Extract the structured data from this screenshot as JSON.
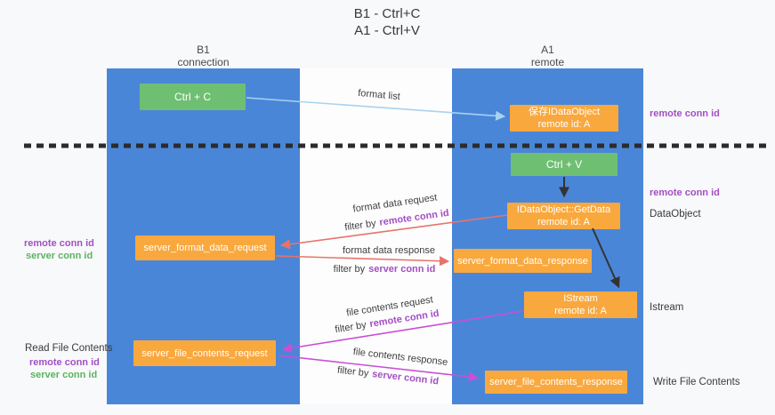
{
  "title": {
    "line1": "B1 - Ctrl+C",
    "line2": "A1 - Ctrl+V"
  },
  "columns": {
    "left": {
      "title": "B1",
      "subtitle": "connection"
    },
    "right": {
      "title": "A1",
      "subtitle": "remote"
    }
  },
  "boxes": {
    "ctrl_c": {
      "label": "Ctrl + C"
    },
    "ctrl_v": {
      "label": "Ctrl + V"
    },
    "save_dataobject": {
      "line1": "保存IDataObject",
      "line2": "remote id: A"
    },
    "getdata": {
      "line1": "IDataObject::GetData",
      "line2": "remote id: A"
    },
    "istream": {
      "line1": "IStream",
      "line2": "remote id: A"
    },
    "server_format_data_request": {
      "label": "server_format_data_request"
    },
    "server_format_data_response": {
      "label": "server_format_data_response"
    },
    "server_file_contents_request": {
      "label": "server_file_contents_request"
    },
    "server_file_contents_response": {
      "label": "server_file_contents_response"
    }
  },
  "arrow_labels": {
    "format_list": "format list",
    "format_data_request": "format data request",
    "format_data_response": "format data response",
    "file_contents_request": "file contents request",
    "file_contents_response": "file contents response",
    "filter_by": "filter by",
    "remote_conn_id": "remote conn id",
    "server_conn_id": "server conn id"
  },
  "side_labels": {
    "remote_conn_id": "remote conn id",
    "server_conn_id": "server conn id",
    "dataobject": "DataObject",
    "istream": "Istream",
    "read_file_contents": "Read File Contents",
    "write_file_contents": "Write File Contents"
  },
  "colors": {
    "lifeline_blue": "#4a86d8",
    "box_green": "#6fbf73",
    "box_orange": "#f9a83e",
    "arrow_light_blue": "#a8d2f0",
    "arrow_salmon": "#e8736c",
    "arrow_magenta": "#c94fd6",
    "arrow_black": "#333333",
    "text_purple": "#a34fc4",
    "text_green": "#5cb360",
    "background": "#f8f9fa"
  }
}
